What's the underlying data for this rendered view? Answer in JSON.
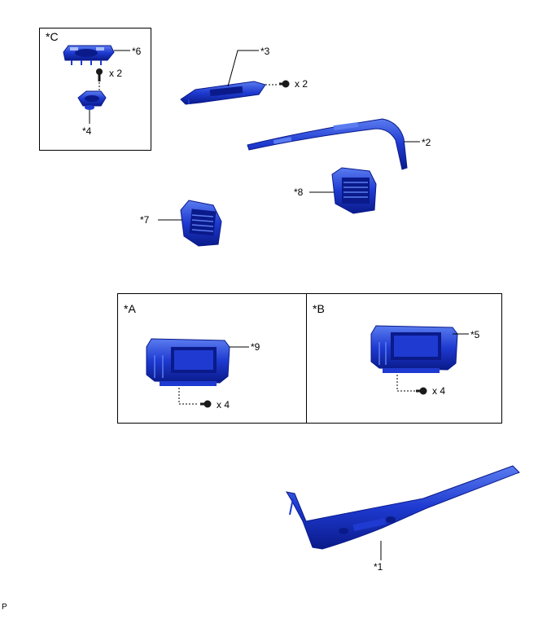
{
  "boxes": {
    "c": "*C",
    "a": "*A",
    "b": "*B"
  },
  "callouts": {
    "p1": "*1",
    "p2": "*2",
    "p3": "*3",
    "p4": "*4",
    "p5": "*5",
    "p6": "*6",
    "p7": "*7",
    "p8": "*8",
    "p9": "*9"
  },
  "quantities": {
    "c_bolt": "x 2",
    "p3_bolt": "x 2",
    "a_bolt": "x 4",
    "b_bolt": "x 4"
  },
  "page_code": "P",
  "colors": {
    "part_dark": "#0a1a8a",
    "part_mid": "#1e3ad0",
    "part_light": "#5a7cf0",
    "part_highlight": "#a8bcff",
    "bolt": "#1a1a1a",
    "line": "#000000"
  }
}
